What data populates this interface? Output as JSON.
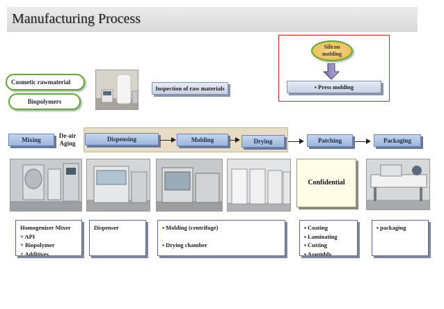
{
  "title": "Manufacturing Process",
  "inputs": {
    "cosmetic": "Cosmetic rawmaterial",
    "biopolymers": "Biopolymers"
  },
  "inspection": "Inspection of raw materials",
  "silicon": {
    "line1": "Silicon",
    "line2": "molding"
  },
  "press_molding": "▪ Press  molding",
  "steps": {
    "mixing": "Mixing",
    "deair_1": "De-air",
    "deair_2": "Aging",
    "dispensing": "Dispensing",
    "molding": "Molding",
    "drying": "Drying",
    "patching": "Patching",
    "packaging": "Packaging"
  },
  "confidential": "Confidential",
  "descriptions": {
    "mixing": [
      "Homogenizer Mixer",
      "+ API",
      "+ Biopolymer",
      "+ Additives"
    ],
    "dispensing": [
      "Dispenser"
    ],
    "molding_1": "▪ Molding (centrifuge)",
    "molding_2": "▪ Drying chamber",
    "patching": [
      "▪ Coating",
      "▪ Laminating",
      "▪ Cutting",
      "▪ Assembly"
    ],
    "packaging": [
      "▪ packaging"
    ]
  }
}
